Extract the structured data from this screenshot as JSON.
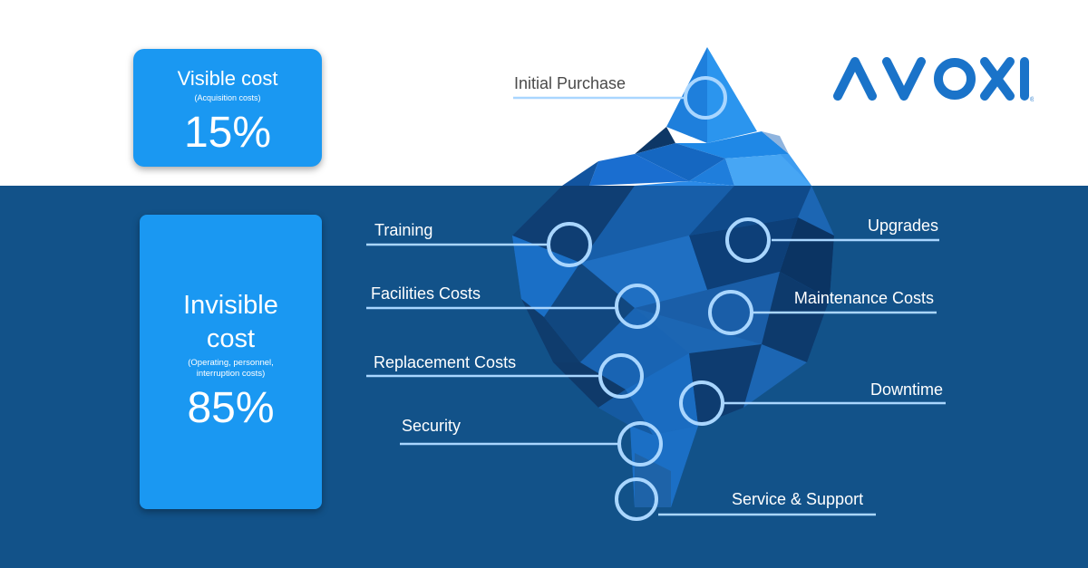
{
  "colors": {
    "sky": "#ffffff",
    "sea": "#125289",
    "card": "#1a98f2",
    "ring": "#a9d6ff",
    "brand": "#1a73c9"
  },
  "logo": {
    "text": "AVOXI",
    "icon": "avoxi-logo"
  },
  "visible_card": {
    "title": "Visible cost",
    "subtitle": "(Acquisition costs)",
    "percent": "15%"
  },
  "invisible_card": {
    "title_line1": "Invisible",
    "title_line2": "cost",
    "subtitle_line1": "(Operating, personnel,",
    "subtitle_line2": "interruption costs)",
    "percent": "85%"
  },
  "labels": {
    "initial_purchase": "Initial Purchase",
    "training": "Training",
    "upgrades": "Upgrades",
    "facilities_costs": "Facilities Costs",
    "maintenance_costs": "Maintenance Costs",
    "replacement_costs": "Replacement Costs",
    "downtime": "Downtime",
    "security": "Security",
    "service_support": "Service & Support"
  }
}
